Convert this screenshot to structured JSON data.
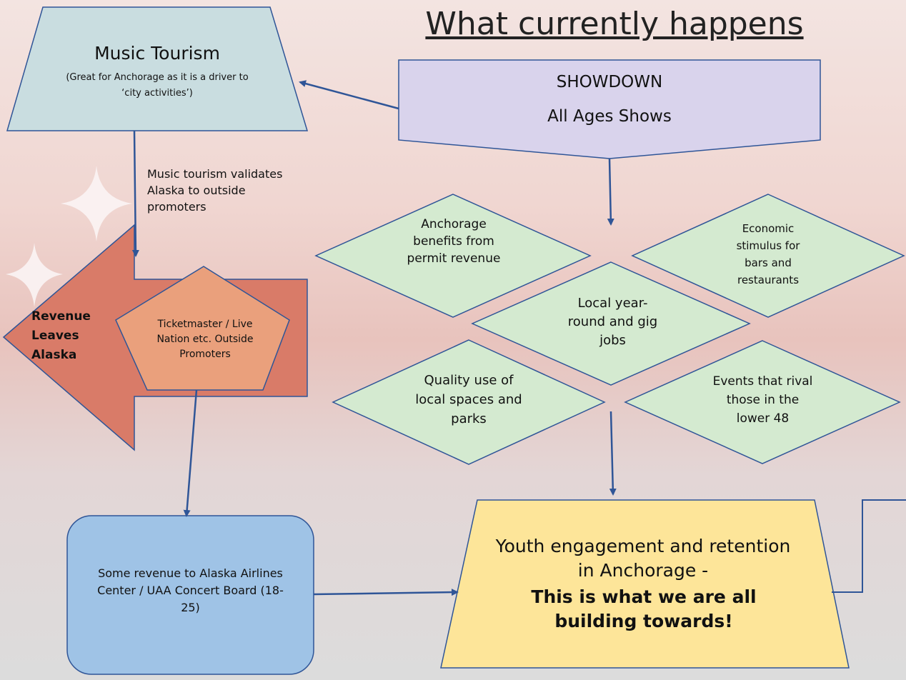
{
  "title": "What currently happens",
  "music_tourism": {
    "title": "Music Tourism",
    "subtitle": "(Great for Anchorage as it is a driver to ‘city activities’)"
  },
  "showdown": {
    "line1": "SHOWDOWN",
    "line2": "All Ages Shows"
  },
  "validates_note": "Music tourism validates Alaska to outside promoters",
  "revenue_leaves": "Revenue Leaves Alaska",
  "ticketmaster": "Ticketmaster / Live Nation etc. Outside Promoters",
  "benefits": {
    "permit": "Anchorage benefits from permit revenue",
    "stimulus": "Economic stimulus for bars and restaurants",
    "jobs": "Local year-round and gig jobs",
    "spaces": "Quality use of local spaces and parks",
    "events": "Events that rival those in the lower 48"
  },
  "some_revenue": "Some revenue to Alaska Airlines Center / UAA Concert Board (18-25)",
  "youth": {
    "line1": "Youth engagement and retention in Anchorage -",
    "line2": "This is what we are all building towards!"
  },
  "colors": {
    "music_tourism_fill": "#c9dde0",
    "showdown_fill": "#d9d3ec",
    "diamond_fill": "#d4ead0",
    "arrow_fill": "#d97b68",
    "pentagon_fill": "#eaa07c",
    "revenue_box_fill": "#9fc3e6",
    "youth_fill": "#fde599",
    "connector": "#2f5597"
  }
}
